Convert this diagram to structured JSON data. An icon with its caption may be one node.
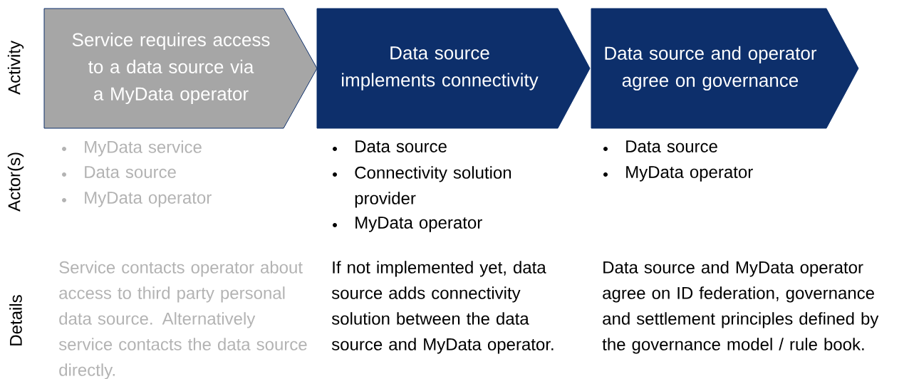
{
  "diagram": {
    "nodes": [
      {
        "text": [
          "Service requires access to a data source via a MyData operator"
        ]
      },
      {
        "text": [
          "Data source implements connectivity"
        ]
      },
      {
        "text": [
          "Data source and operator agree on governance"
        ]
      }
    ],
    "labels": [
      "Activity",
      "Actor(s)",
      "MyData service",
      "Data source",
      "MyData operator",
      "Data source",
      "Connectivity solution provider",
      "MyData operator",
      "Data source",
      "MyData operator",
      "Details",
      "Service contacts operator about access to third party personal data source. Alternatively service contacts the data source directly.",
      "If not implemented yet, data source adds connectivity solution between the data source and MyData operator.",
      "Data source and MyData operator agree on ID federation, governance and settlement principles defined by the governance model / rule book."
    ]
  }
}
